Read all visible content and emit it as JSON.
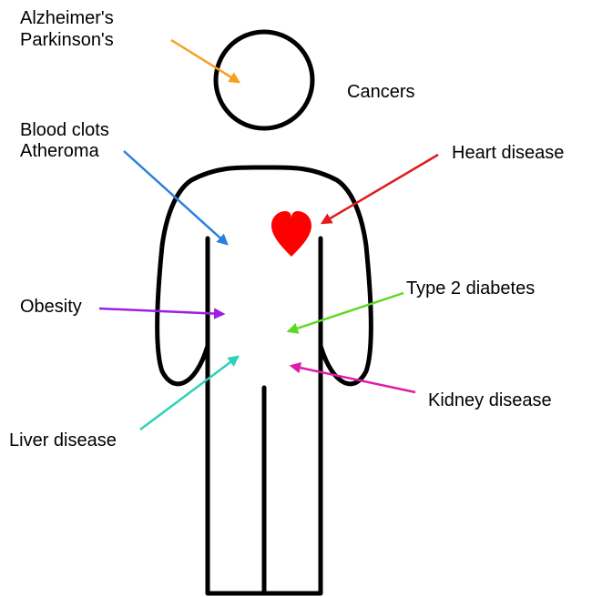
{
  "labels": {
    "neuro_line1": "Alzheimer's",
    "neuro_line2": "Parkinson's",
    "cancers": "Cancers",
    "blood_line1": "Blood clots",
    "blood_line2": "Atheroma",
    "heart": "Heart disease",
    "obesity": "Obesity",
    "diabetes": "Type 2 diabetes",
    "kidney": "Kidney disease",
    "liver": "Liver disease"
  },
  "colors": {
    "outline": "#000000",
    "heart_fill": "#ff0000",
    "neuro_arrow": "#f5a01e",
    "blood_arrow": "#2b7fde",
    "heart_arrow": "#e01b1b",
    "obesity_arrow": "#9b1fe3",
    "diabetes_arrow": "#5ed821",
    "kidney_arrow": "#e01ba9",
    "liver_arrow": "#2fd0b8"
  },
  "icons": {
    "heart": "heart-icon",
    "figure": "human-figure-icon"
  }
}
